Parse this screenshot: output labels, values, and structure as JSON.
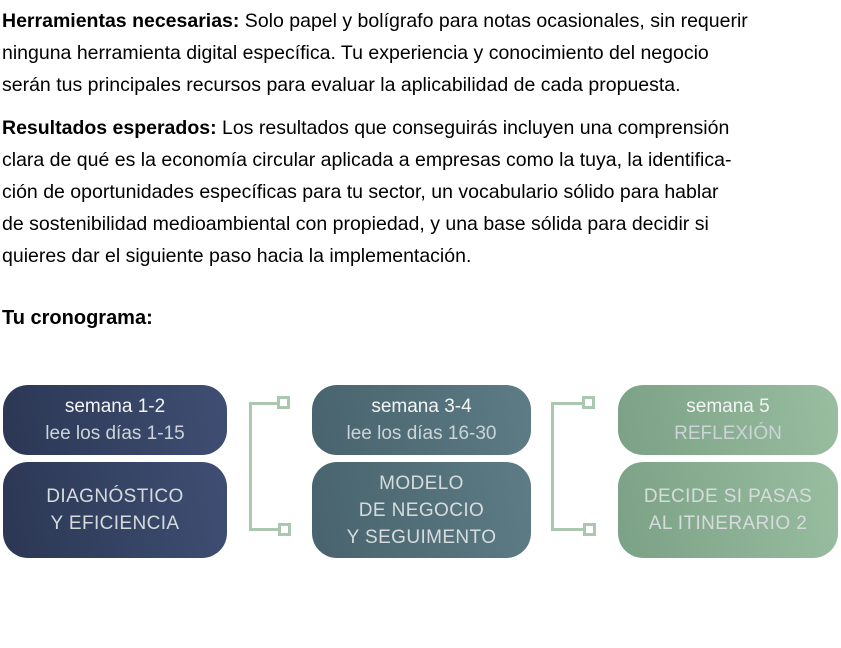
{
  "page": {
    "background": "#ffffff"
  },
  "paragraphs": [
    {
      "label": "Herramientas necesarias:",
      "lines": [
        " Solo papel y bolígrafo para notas ocasionales, sin requerir",
        "ninguna herramienta digital específica. Tu experiencia y conocimiento del negocio",
        "serán tus principales recursos para evaluar la aplicabilidad de cada propuesta."
      ]
    },
    {
      "label": "Resultados esperados:",
      "lines": [
        " Los resultados que conseguirás incluyen una comprensión",
        "clara de qué es la economía circular aplicada a empresas como la tuya, la identifica-",
        "ción de oportunidades específicas para tu sector, un vocabulario sólido para hablar",
        "de sostenibilidad medioambiental con propiedad, y una base sólida para decidir si",
        "quieres dar el siguiente paso hacia la implementación."
      ]
    }
  ],
  "heading": {
    "text": "Tu cronograma:"
  },
  "timeline": {
    "connector_color": "#abc7af",
    "columns": [
      {
        "id": "semana-1-2",
        "color_from": "#2b3754",
        "color_to": "#3f4e73",
        "top_line1": "semana 1-2",
        "top_line2": "lee los días 1-15",
        "bottom_text": "DIAGNÓSTICO\nY EFICIENCIA"
      },
      {
        "id": "semana-3-4",
        "color_from": "#48636d",
        "color_to": "#5d7c85",
        "top_line1": "semana 3-4",
        "top_line2": "lee los días 16-30",
        "bottom_text": "MODELO\nDE NEGOCIO\nY SEGUIMENTO"
      },
      {
        "id": "semana-5",
        "color_from": "#7ba186",
        "color_to": "#99bd9f",
        "top_line1": "semana 5",
        "top_line2": "REFLEXIÓN",
        "bottom_text": "DECIDE SI PASAS\nAL ITINERARIO 2"
      }
    ]
  }
}
